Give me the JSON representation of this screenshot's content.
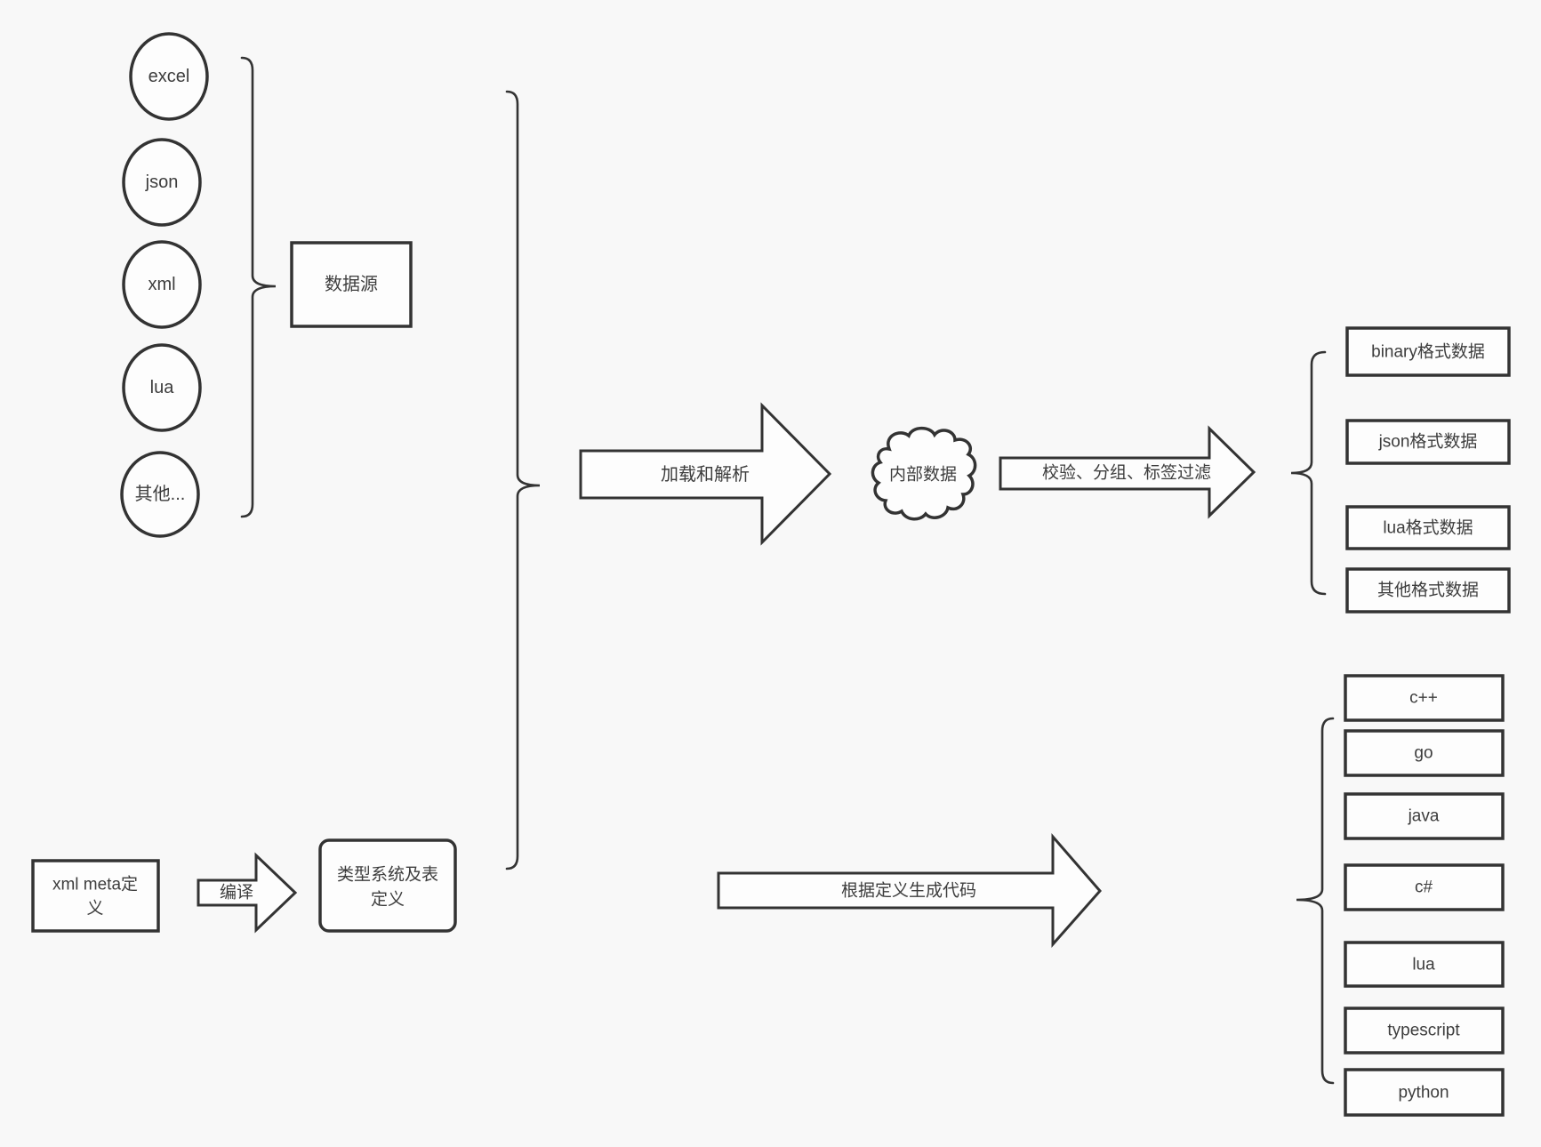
{
  "colors": {
    "background": "#f8f8f8",
    "stroke": "#333333",
    "text": "#3d3d3d",
    "shape_fill": "#fdfdfd"
  },
  "sources": {
    "group_label": "数据源",
    "items": [
      {
        "label": "excel"
      },
      {
        "label": "json"
      },
      {
        "label": "xml"
      },
      {
        "label": "lua"
      },
      {
        "label": "其他..."
      }
    ]
  },
  "pipeline": {
    "load_parse_arrow": "加载和解析",
    "internal_data": "内部数据",
    "filter_arrow": "校验、分组、标签过滤",
    "compile_arrow": "编译",
    "generate_code_arrow": "根据定义生成代码"
  },
  "definitions": {
    "xml_meta_box": {
      "lines": [
        "xml meta定",
        "义"
      ]
    },
    "type_system_box": {
      "lines": [
        "类型系统及表",
        "定义"
      ]
    }
  },
  "data_formats": [
    {
      "label": "binary格式数据"
    },
    {
      "label": "json格式数据"
    },
    {
      "label": "lua格式数据"
    },
    {
      "label": "其他格式数据"
    }
  ],
  "languages": [
    {
      "label": "c++"
    },
    {
      "label": "go"
    },
    {
      "label": "java"
    },
    {
      "label": "c#"
    },
    {
      "label": "lua"
    },
    {
      "label": "typescript"
    },
    {
      "label": "python"
    }
  ]
}
